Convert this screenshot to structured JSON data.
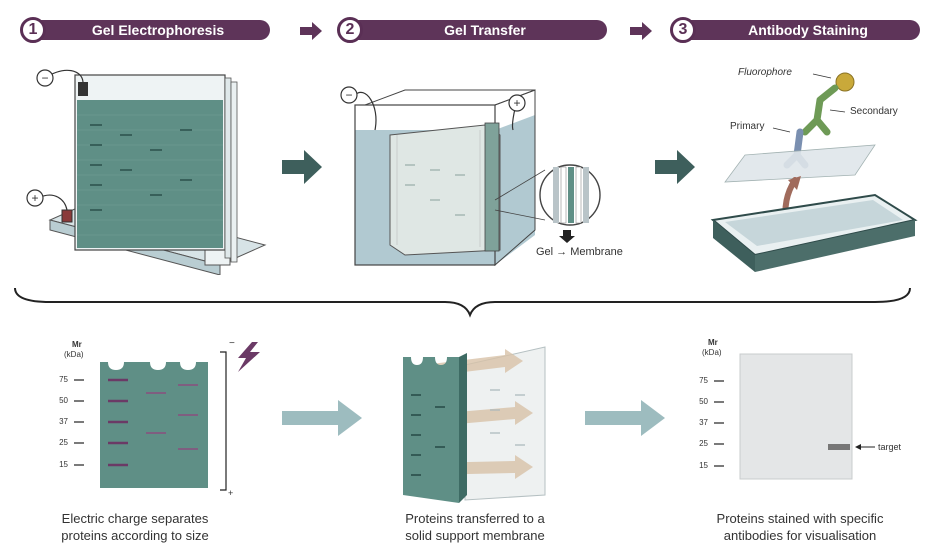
{
  "steps": [
    {
      "number": "1",
      "title": "Gel Electrophoresis"
    },
    {
      "number": "2",
      "title": "Gel Transfer"
    },
    {
      "number": "3",
      "title": "Antibody Staining"
    }
  ],
  "top_labels": {
    "minus": "−",
    "plus": "+",
    "gel_membrane": "Gel → Membrane",
    "fluorophore": "Fluorophore",
    "primary": "Primary",
    "secondary": "Secondary"
  },
  "gel_axis": {
    "mr": "Mr",
    "unit": "(kDa)",
    "ticks": [
      "75",
      "50",
      "37",
      "25",
      "15"
    ],
    "minus": "−",
    "plus": "+"
  },
  "blot_axis": {
    "mr": "Mr",
    "unit": "(kDa)",
    "ticks": [
      "75",
      "50",
      "37",
      "25",
      "15"
    ],
    "target": "target"
  },
  "captions": {
    "c1_line1": "Electric charge separates",
    "c1_line2": "proteins according to size",
    "c2_line1": "Proteins transferred to a",
    "c2_line2": "solid support membrane",
    "c3_line1": "Proteins stained with specific",
    "c3_line2": "antibodies for visualisation"
  },
  "colors": {
    "header_purple": "#5e3459",
    "gel_teal": "#5f8f86",
    "buffer_blue": "#a9c3cc",
    "arrow_dark": "#3e5f5c",
    "arrow_light": "#9dbcbf",
    "band_purple": "#6b3a66"
  }
}
